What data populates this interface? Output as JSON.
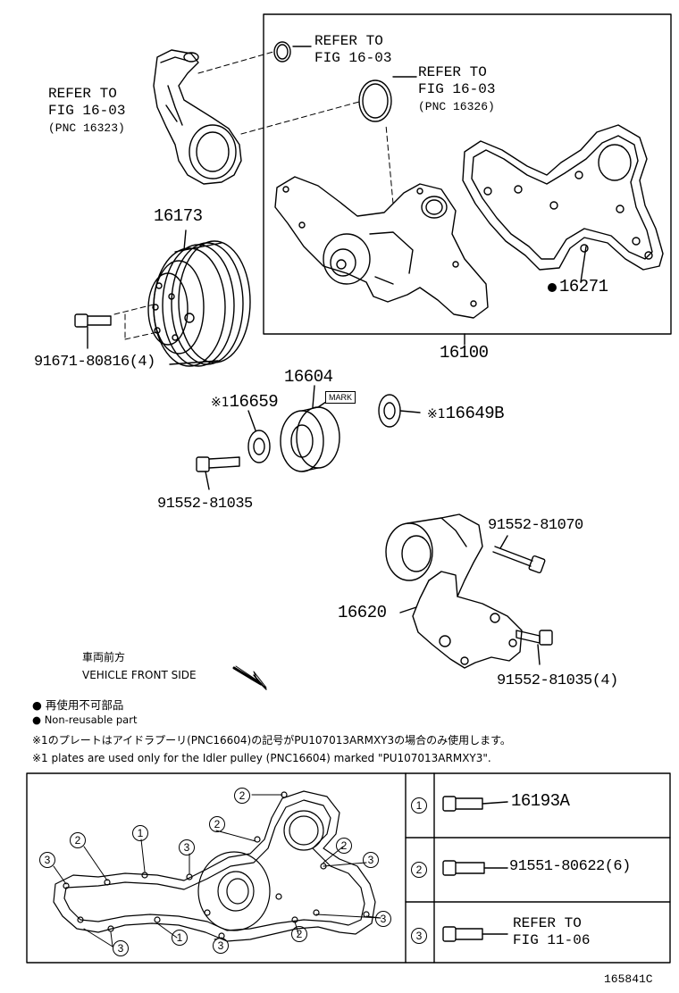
{
  "labels": {
    "refer_fig_1603_a_l1": "REFER TO",
    "refer_fig_1603_a_l2": "FIG 16-03",
    "refer_fig_1603_b_l1": "REFER TO",
    "refer_fig_1603_b_l2": "FIG 16-03",
    "refer_fig_1603_b_pnc": "(PNC 16326)",
    "refer_fig_1603_c_l1": "REFER TO",
    "refer_fig_1603_c_l2": "FIG 16-03",
    "refer_fig_1603_c_pnc": "(PNC 16323)",
    "pn_16173": "16173",
    "pn_16271": "16271",
    "pn_16100": "16100",
    "pn_91671": "91671-80816(4)",
    "pn_16604": "16604",
    "pn_16659": "16659",
    "pn_16649b": "16649B",
    "ref_mark_1": "※1",
    "mark_label": "MARK",
    "pn_91552_81035": "91552-81035",
    "pn_91552_81070": "91552-81070",
    "pn_16620": "16620",
    "pn_91552_81035_4": "91552-81035(4)",
    "front_jp": "車両前方",
    "front_en": "VEHICLE FRONT SIDE"
  },
  "notes": {
    "nonreuse_jp": "再使用不可部品",
    "nonreuse_en": "Non-reusable part",
    "plate_jp": "※1のプレートはアイドラプーリ(PNC16604)の記号がPU107013ARMXY3の場合のみ使用します。",
    "plate_en": "※1 plates are used only for the Idler pulley (PNC16604) marked \"PU107013ARMXY3\"."
  },
  "bolt_table": {
    "rows": [
      {
        "key": "1",
        "label_l1": "16193A",
        "label_l2": ""
      },
      {
        "key": "2",
        "label_l1": "91551-80622(6)",
        "label_l2": ""
      },
      {
        "key": "3",
        "label_l1": "REFER TO",
        "label_l2": "FIG 11-06"
      }
    ]
  },
  "bolt_callouts": {
    "c1": "1",
    "c2": "2",
    "c3": "3"
  },
  "figure_id": "165841C"
}
